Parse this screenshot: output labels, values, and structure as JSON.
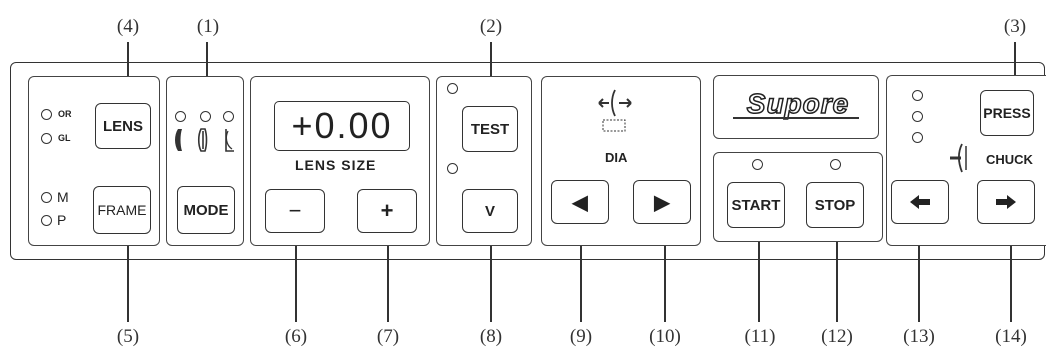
{
  "callouts": [
    "(1)",
    "(2)",
    "(3)",
    "(4)",
    "(5)",
    "(6)",
    "(7)",
    "(8)",
    "(9)",
    "(10)",
    "(11)",
    "(12)",
    "(13)",
    "(14)"
  ],
  "lens_group": {
    "led_labels": [
      "OR",
      "GL"
    ],
    "lens_button": "LENS"
  },
  "frame_group": {
    "led_labels": [
      "M",
      "P"
    ],
    "frame_button": "FRAME"
  },
  "mode_group": {
    "mode_button": "MODE"
  },
  "size_group": {
    "display_value": "+0.00",
    "display_label": "LENS SIZE",
    "minus_button": "−",
    "plus_button": "+"
  },
  "test_group": {
    "test_button": "TEST",
    "v_button": "V"
  },
  "dia_group": {
    "label": "DIA",
    "left_button": "◀",
    "right_button": "▶"
  },
  "brand": {
    "logo": "Supore"
  },
  "start_group": {
    "start_button": "START",
    "stop_button": "STOP"
  },
  "chuck_group": {
    "press_button": "PRESS",
    "label": "CHUCK"
  },
  "icons": [
    "led-indicator-icon",
    "lens-shape-icon",
    "dia-arrows-icon",
    "chuck-icon",
    "arrow-left-icon",
    "arrow-right-icon"
  ]
}
